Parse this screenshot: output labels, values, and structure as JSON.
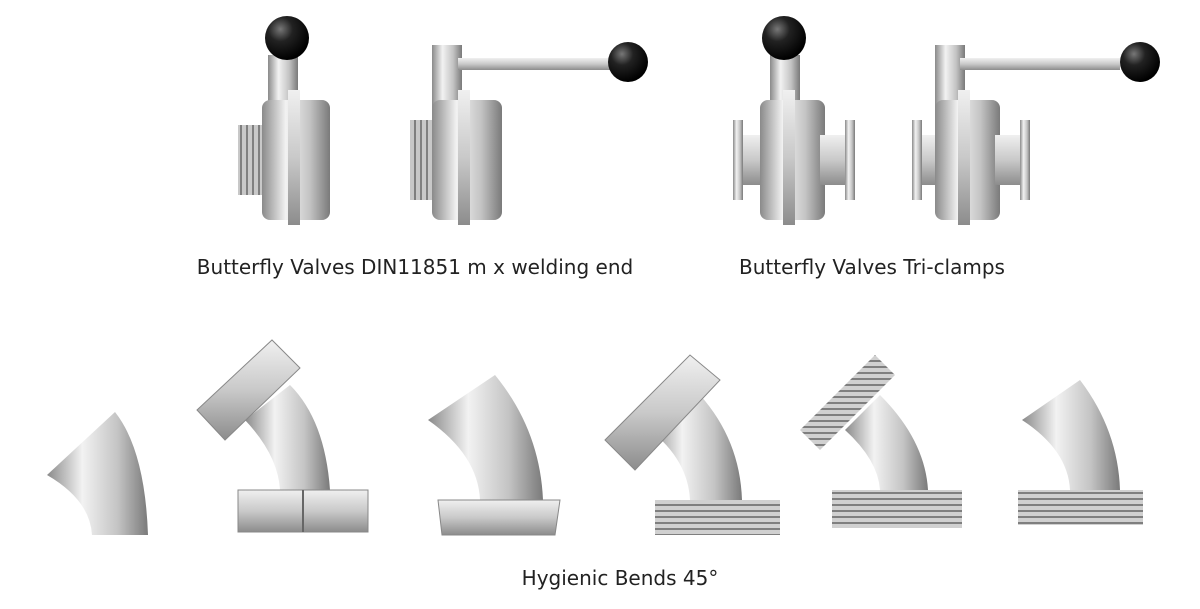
{
  "captions": {
    "din_valves": "Butterfly Valves DIN11851 m x welding end",
    "triclamp_valves": "Butterfly Valves Tri-clamps",
    "bends": "Hygienic Bends 45°"
  },
  "colors": {
    "steel_light": "#e8e8e8",
    "steel_mid": "#b9b9b9",
    "steel_dark": "#7d7d7d",
    "knob": "#1c1c1c"
  }
}
